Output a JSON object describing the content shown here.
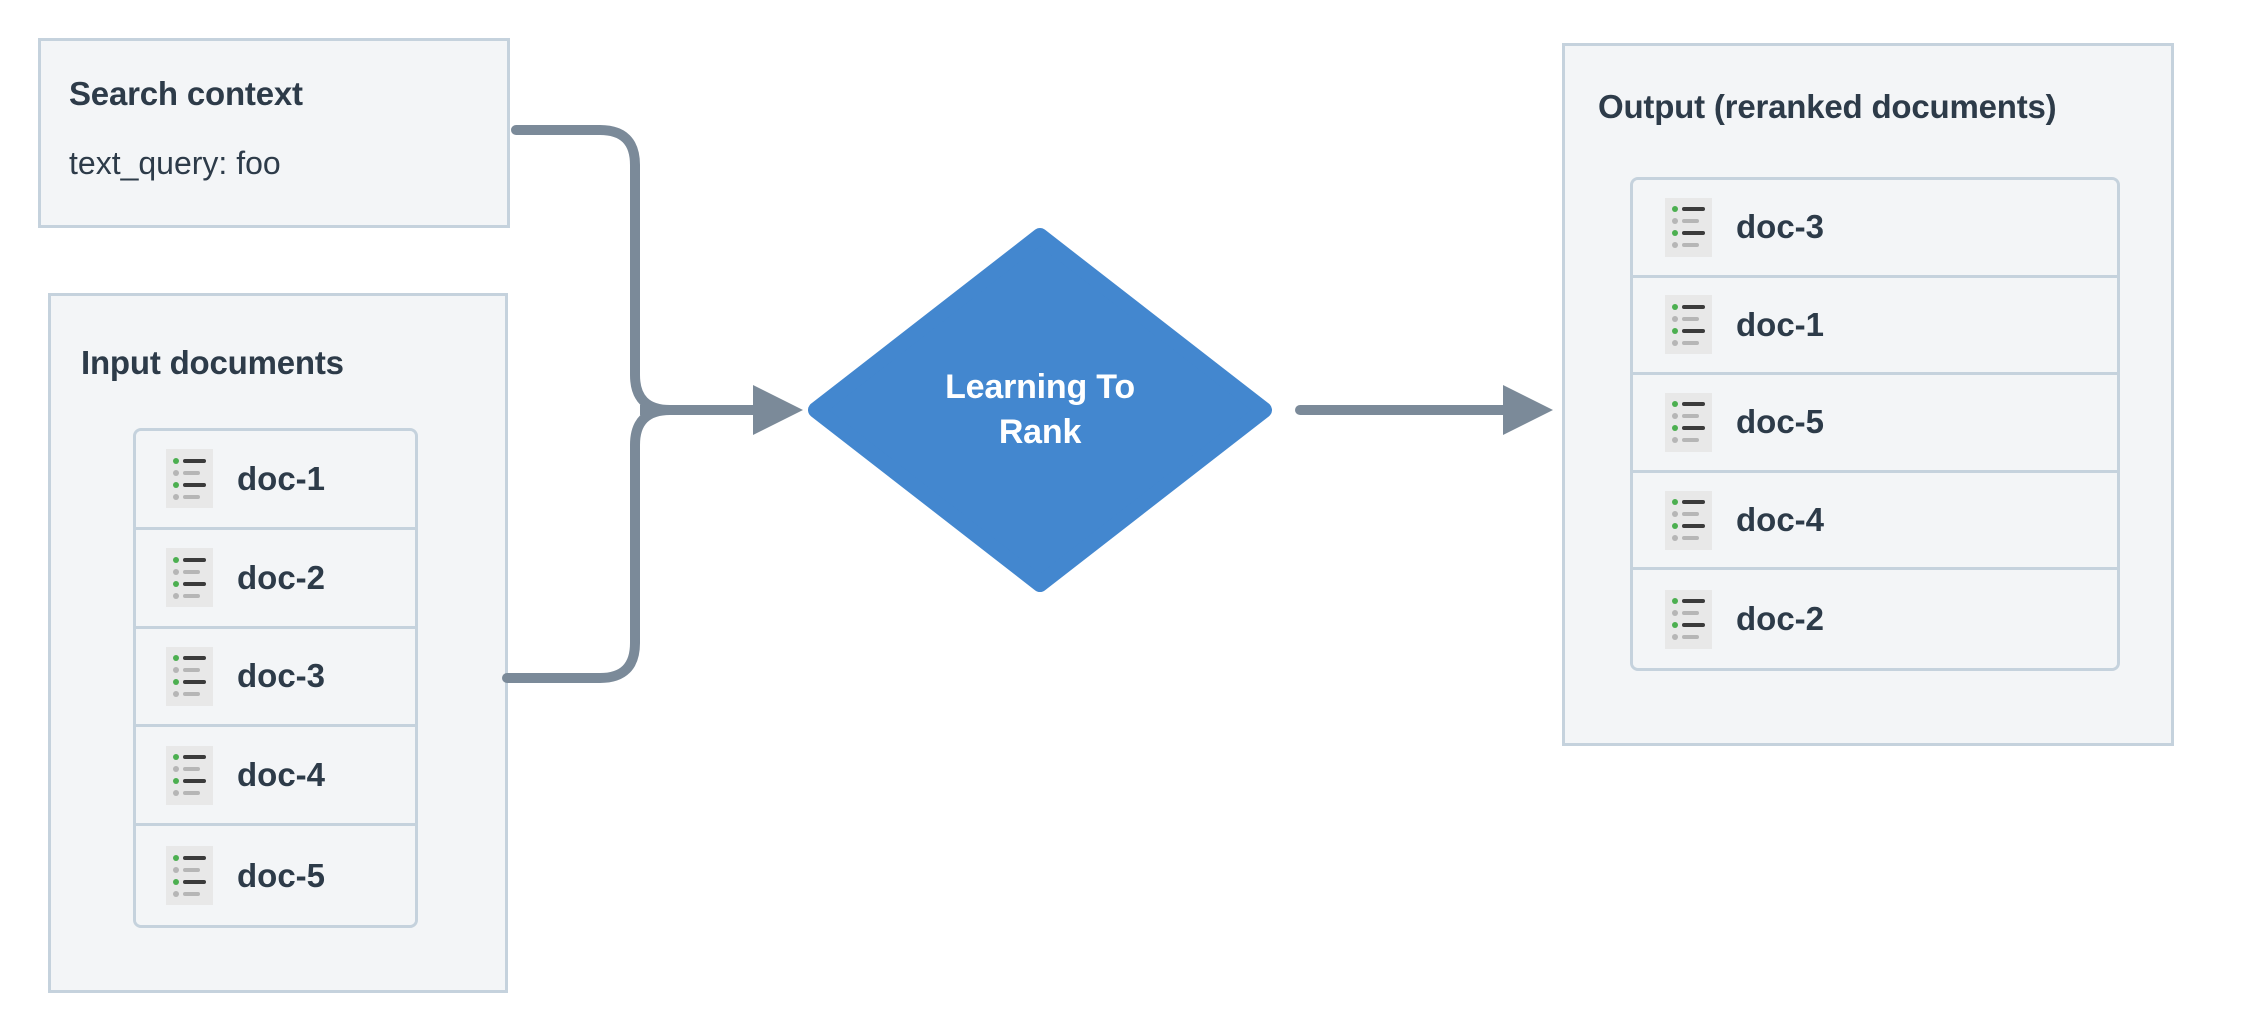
{
  "diagram": {
    "title": "Learning To Rank reranking flow",
    "colors": {
      "panel_bg": "#f3f5f7",
      "panel_border": "#c5d2dd",
      "text": "#2d3b49",
      "node_fill": "#4387cf",
      "node_text": "#ffffff",
      "connector": "#7b8a99",
      "icon_bg": "#e8e8e8",
      "icon_dot_green": "#4caf50",
      "icon_dot_grey": "#b6b6b6",
      "icon_bar_dark": "#3b3b3b",
      "icon_bar_light": "#b6b6b6"
    },
    "search_context": {
      "title": "Search context",
      "query_line": "text_query: foo"
    },
    "input_panel": {
      "title": "Input documents",
      "documents": [
        {
          "label": "doc-1",
          "icon": "document-list-icon"
        },
        {
          "label": "doc-2",
          "icon": "document-list-icon"
        },
        {
          "label": "doc-3",
          "icon": "document-list-icon"
        },
        {
          "label": "doc-4",
          "icon": "document-list-icon"
        },
        {
          "label": "doc-5",
          "icon": "document-list-icon"
        }
      ]
    },
    "node": {
      "line1": "Learning To",
      "line2": "Rank",
      "shape": "diamond"
    },
    "output_panel": {
      "title": "Output (reranked documents)",
      "documents": [
        {
          "label": "doc-3",
          "icon": "document-list-icon"
        },
        {
          "label": "doc-1",
          "icon": "document-list-icon"
        },
        {
          "label": "doc-5",
          "icon": "document-list-icon"
        },
        {
          "label": "doc-4",
          "icon": "document-list-icon"
        },
        {
          "label": "doc-2",
          "icon": "document-list-icon"
        }
      ]
    },
    "connectors": [
      {
        "name": "search-context-to-node",
        "from": "Search context",
        "to": "Learning To Rank"
      },
      {
        "name": "input-documents-to-node",
        "from": "Input documents",
        "to": "Learning To Rank"
      },
      {
        "name": "node-to-output",
        "from": "Learning To Rank",
        "to": "Output (reranked documents)"
      }
    ]
  }
}
